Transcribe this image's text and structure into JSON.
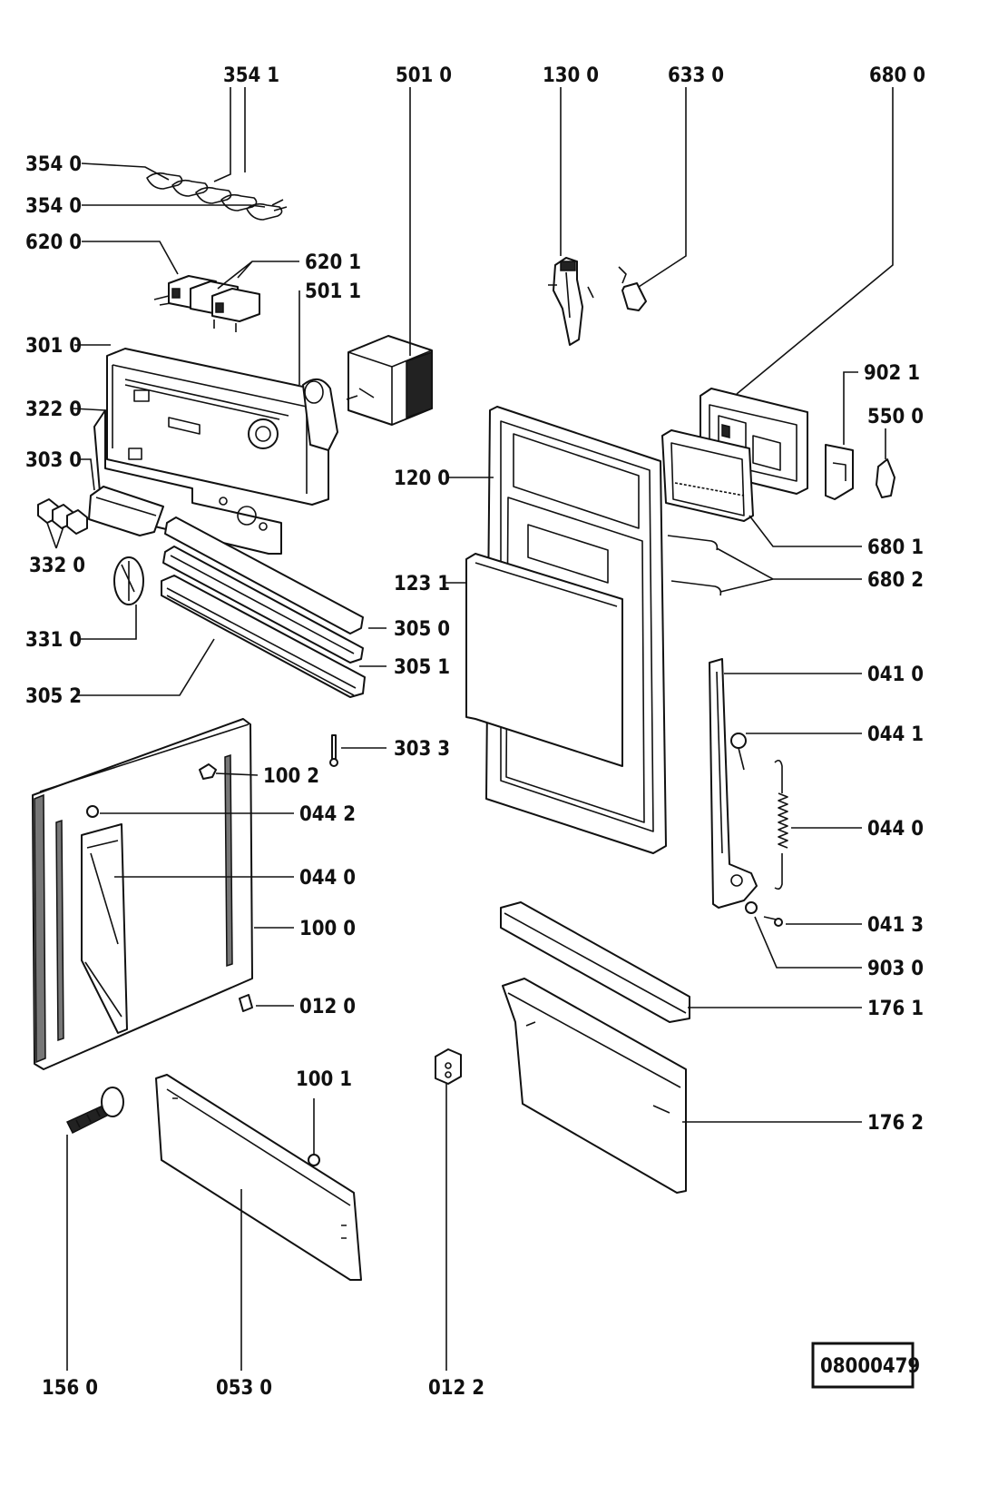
{
  "labels": {
    "l_3541": "354 1",
    "l_5010": "501 0",
    "l_1300": "130 0",
    "l_6330": "633 0",
    "l_6800": "680 0",
    "l_3540a": "354 0",
    "l_3540b": "354 0",
    "l_6200": "620 0",
    "l_6201": "620 1",
    "l_5011": "501 1",
    "l_3010": "301 0",
    "l_3220": "322 0",
    "l_3030": "303 0",
    "l_3320": "332 0",
    "l_3310": "331 0",
    "l_3052": "305 2",
    "l_3050": "305 0",
    "l_3051": "305 1",
    "l_3033": "303 3",
    "l_1200": "120 0",
    "l_1231": "123 1",
    "l_9021": "902 1",
    "l_5500": "550 0",
    "l_6801": "680 1",
    "l_6802": "680 2",
    "l_0410": "041 0",
    "l_0441": "044 1",
    "l_0440r": "044 0",
    "l_0413": "041 3",
    "l_9030": "903 0",
    "l_1761": "176 1",
    "l_1762": "176 2",
    "l_1002": "100 2",
    "l_0442": "044 2",
    "l_0440l": "044 0",
    "l_1000": "100 0",
    "l_0120": "012 0",
    "l_1001": "100 1",
    "l_1560": "156 0",
    "l_0530": "053 0",
    "l_0122": "012 2"
  },
  "doc_number": "08000479"
}
